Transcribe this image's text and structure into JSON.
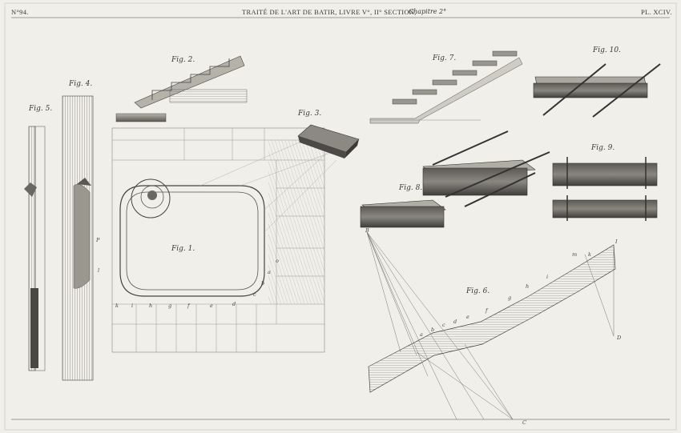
{
  "plate": {
    "number": "N°94.",
    "title": "TRAITÉ DE L'ART DE BATIR, LIVRE V°, II° SECTION,",
    "chapter": "Chapitre 2°",
    "plate_ref": "PL. XCIV."
  },
  "figures": {
    "fig1": "Fig. 1.",
    "fig2": "Fig. 2.",
    "fig3": "Fig. 3.",
    "fig4": "Fig. 4.",
    "fig5": "Fig. 5.",
    "fig6": "Fig. 6.",
    "fig7": "Fig. 7.",
    "fig8": "Fig. 8.",
    "fig9": "Fig. 9.",
    "fig10": "Fig. 10."
  },
  "letters": {
    "B": "B",
    "C": "C",
    "D": "D",
    "I": "I",
    "P": "P",
    "l": "l",
    "a": "a",
    "b": "b",
    "c": "c",
    "d": "d",
    "e": "e",
    "f": "f",
    "g": "g",
    "h": "h",
    "i": "i",
    "k": "k",
    "m": "m",
    "o": "o"
  },
  "colors": {
    "paper": "#f1efe9",
    "ink": "#3a3936",
    "shade": "#6c6a64"
  }
}
